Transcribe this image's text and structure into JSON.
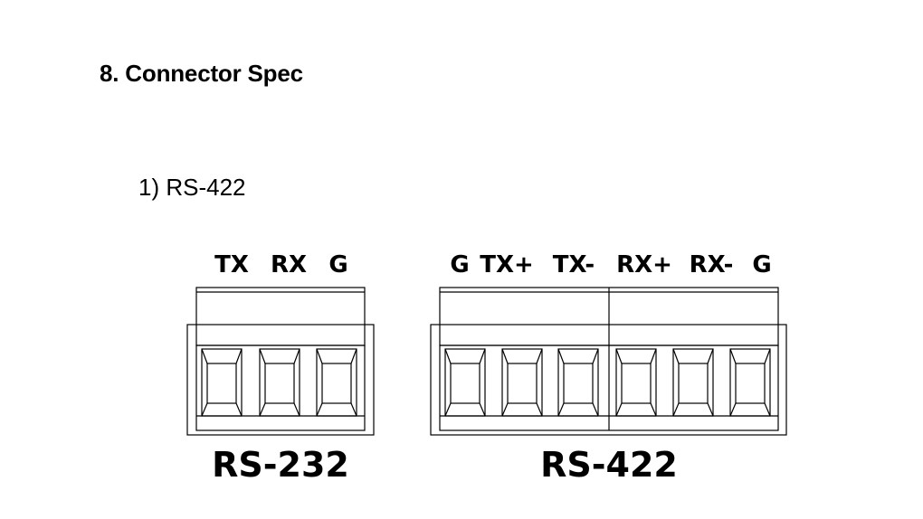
{
  "heading": "8. Connector Spec",
  "subheading": "1) RS-422",
  "connectors": [
    {
      "name": "RS-232",
      "pins": [
        "TX",
        "RX",
        "G"
      ]
    },
    {
      "name": "RS-422",
      "pins": [
        "G",
        "TX+",
        "TX-",
        "RX+",
        "RX-",
        "G"
      ]
    }
  ]
}
